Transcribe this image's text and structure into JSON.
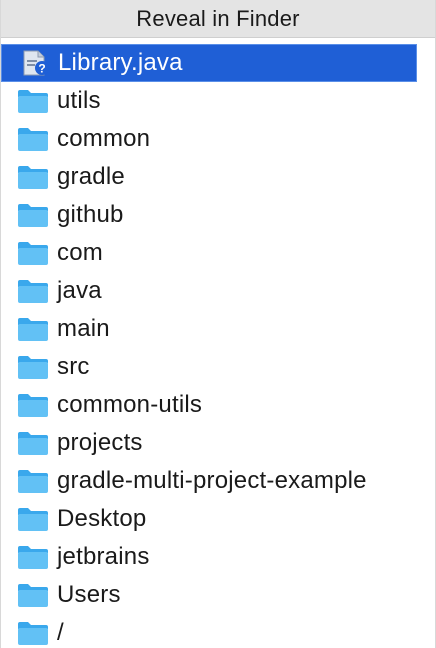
{
  "popup": {
    "title": "Reveal in Finder"
  },
  "items": [
    {
      "label": "Library.java",
      "icon": "java-file-icon",
      "selected": true
    },
    {
      "label": "utils",
      "icon": "folder-icon"
    },
    {
      "label": "common",
      "icon": "folder-icon"
    },
    {
      "label": "gradle",
      "icon": "folder-icon"
    },
    {
      "label": "github",
      "icon": "folder-icon"
    },
    {
      "label": "com",
      "icon": "folder-icon"
    },
    {
      "label": "java",
      "icon": "folder-icon"
    },
    {
      "label": "main",
      "icon": "folder-icon"
    },
    {
      "label": "src",
      "icon": "folder-icon"
    },
    {
      "label": "common-utils",
      "icon": "folder-icon"
    },
    {
      "label": "projects",
      "icon": "folder-icon"
    },
    {
      "label": "gradle-multi-project-example",
      "icon": "folder-icon"
    },
    {
      "label": "Desktop",
      "icon": "folder-icon"
    },
    {
      "label": "jetbrains",
      "icon": "folder-icon"
    },
    {
      "label": "Users",
      "icon": "folder-icon"
    },
    {
      "label": "/",
      "icon": "folder-icon"
    }
  ],
  "colors": {
    "selection": "#1f5fd6",
    "folder_front": "#62c1f5",
    "folder_back": "#3aa8ec"
  }
}
